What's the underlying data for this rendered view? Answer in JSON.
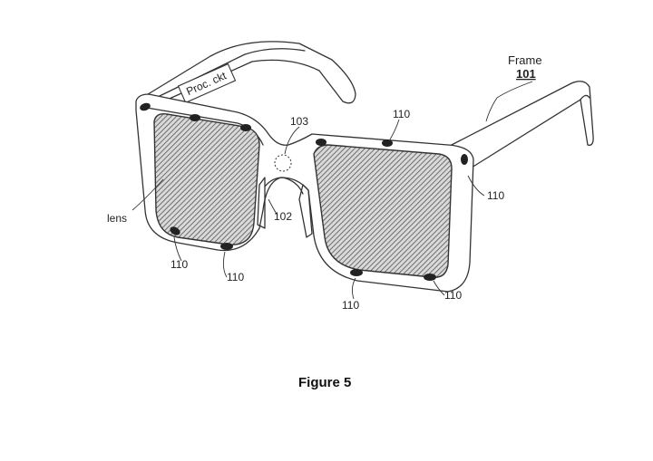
{
  "figure": {
    "caption": "Figure 5",
    "labels": {
      "frame_word": "Frame",
      "frame_ref": "101",
      "processing_circuit": "Proc. ckt",
      "lens": "lens",
      "nose_bridge_ref": "102",
      "component_ref": "103",
      "sensor_ref": "110"
    }
  },
  "colors": {
    "line": "#333333",
    "hatch": "#555555",
    "background": "#ffffff"
  }
}
